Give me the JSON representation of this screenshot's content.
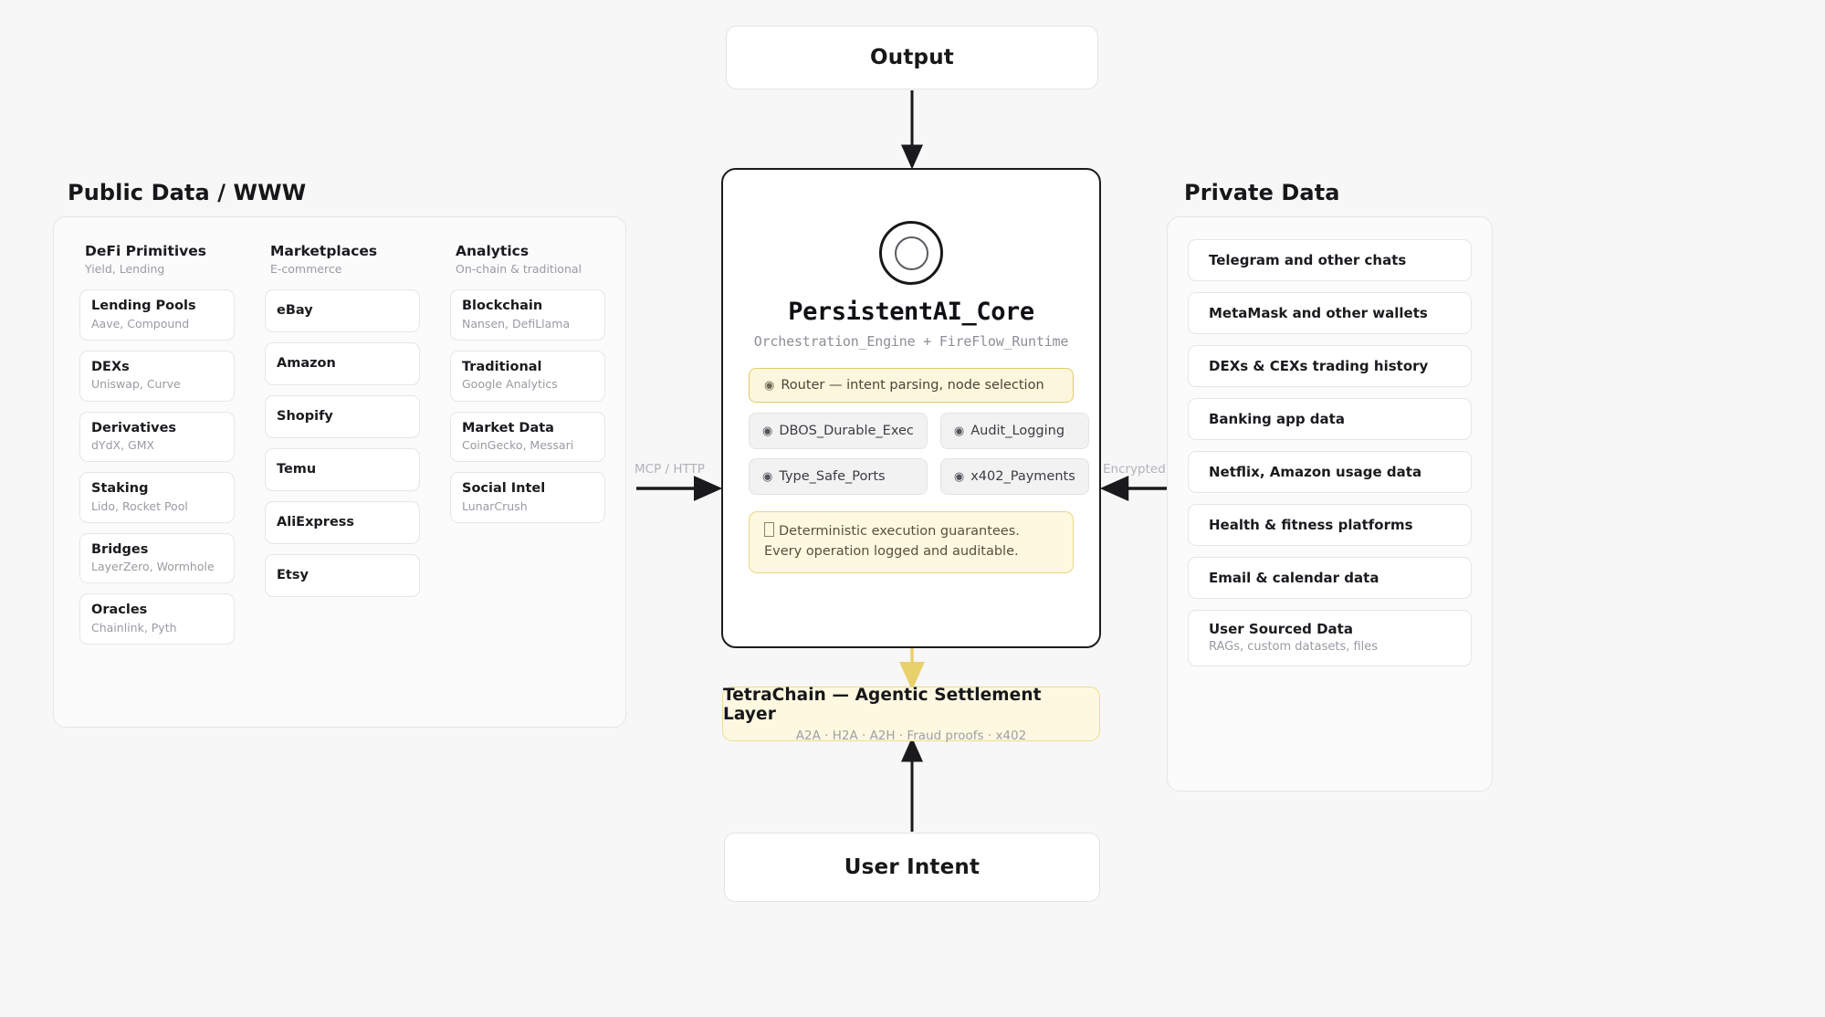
{
  "diagram": {
    "title_public": "Public Data / WWW",
    "title_private": "Private Data",
    "output_label": "Output",
    "user_intent_label": "User Intent"
  },
  "public_data": {
    "columns": [
      {
        "title": "DeFi Primitives",
        "subtitle": "Yield, Lending",
        "items": [
          {
            "title": "Lending Pools",
            "subtitle": "Aave, Compound"
          },
          {
            "title": "DEXs",
            "subtitle": "Uniswap, Curve"
          },
          {
            "title": "Derivatives",
            "subtitle": "dYdX, GMX"
          },
          {
            "title": "Staking",
            "subtitle": "Lido, Rocket Pool"
          },
          {
            "title": "Bridges",
            "subtitle": "LayerZero, Wormhole"
          },
          {
            "title": "Oracles",
            "subtitle": "Chainlink, Pyth"
          }
        ]
      },
      {
        "title": "Marketplaces",
        "subtitle": "E-commerce",
        "items": [
          {
            "title": "eBay",
            "subtitle": ""
          },
          {
            "title": "Amazon",
            "subtitle": ""
          },
          {
            "title": "Shopify",
            "subtitle": ""
          },
          {
            "title": "Temu",
            "subtitle": ""
          },
          {
            "title": "AliExpress",
            "subtitle": ""
          },
          {
            "title": "Etsy",
            "subtitle": ""
          }
        ]
      },
      {
        "title": "Analytics",
        "subtitle": "On-chain & traditional",
        "items": [
          {
            "title": "Blockchain",
            "subtitle": "Nansen, DefiLlama"
          },
          {
            "title": "Traditional",
            "subtitle": "Google Analytics"
          },
          {
            "title": "Market Data",
            "subtitle": "CoinGecko, Messari"
          },
          {
            "title": "Social Intel",
            "subtitle": "LunarCrush"
          }
        ]
      }
    ]
  },
  "private_data": {
    "items": [
      {
        "title": "Telegram and other chats",
        "subtitle": ""
      },
      {
        "title": "MetaMask and other wallets",
        "subtitle": ""
      },
      {
        "title": "DEXs & CEXs trading history",
        "subtitle": ""
      },
      {
        "title": "Banking app data",
        "subtitle": ""
      },
      {
        "title": "Netflix, Amazon usage data",
        "subtitle": ""
      },
      {
        "title": "Health & fitness platforms",
        "subtitle": ""
      },
      {
        "title": "Email & calendar data",
        "subtitle": ""
      },
      {
        "title": "User Sourced Data",
        "subtitle": "RAGs, custom datasets, files"
      }
    ]
  },
  "core": {
    "title": "PersistentAI_Core",
    "subtitle": "Orchestration_Engine + FireFlow_Runtime",
    "router": {
      "icon": "circled-dot",
      "label": "Router — intent parsing, node selection"
    },
    "capabilities": [
      {
        "icon": "circled-dot",
        "label": "DBOS_Durable_Exec"
      },
      {
        "icon": "circled-dot",
        "label": "Audit_Logging"
      },
      {
        "icon": "circled-dot",
        "label": "Type_Safe_Ports"
      },
      {
        "icon": "circled-dot",
        "label": "x402_Payments"
      }
    ],
    "note_line1": "Deterministic execution guarantees.",
    "note_line2": "Every operation logged and auditable."
  },
  "tetrachain": {
    "title": "TetraChain — Agentic Settlement Layer",
    "subtitle": "A2A · H2A · A2H · Fraud proofs · x402"
  },
  "edges": {
    "left_label": "MCP / HTTP",
    "right_label": "Encrypted"
  },
  "colors": {
    "background": "#f7f7f8",
    "core_border": "#1c1c1f",
    "accent_yellow": "#e8d06a",
    "note_fill": "#fdf8e0",
    "card_border": "#e6e6e9",
    "muted_text": "#9a9aa2"
  }
}
